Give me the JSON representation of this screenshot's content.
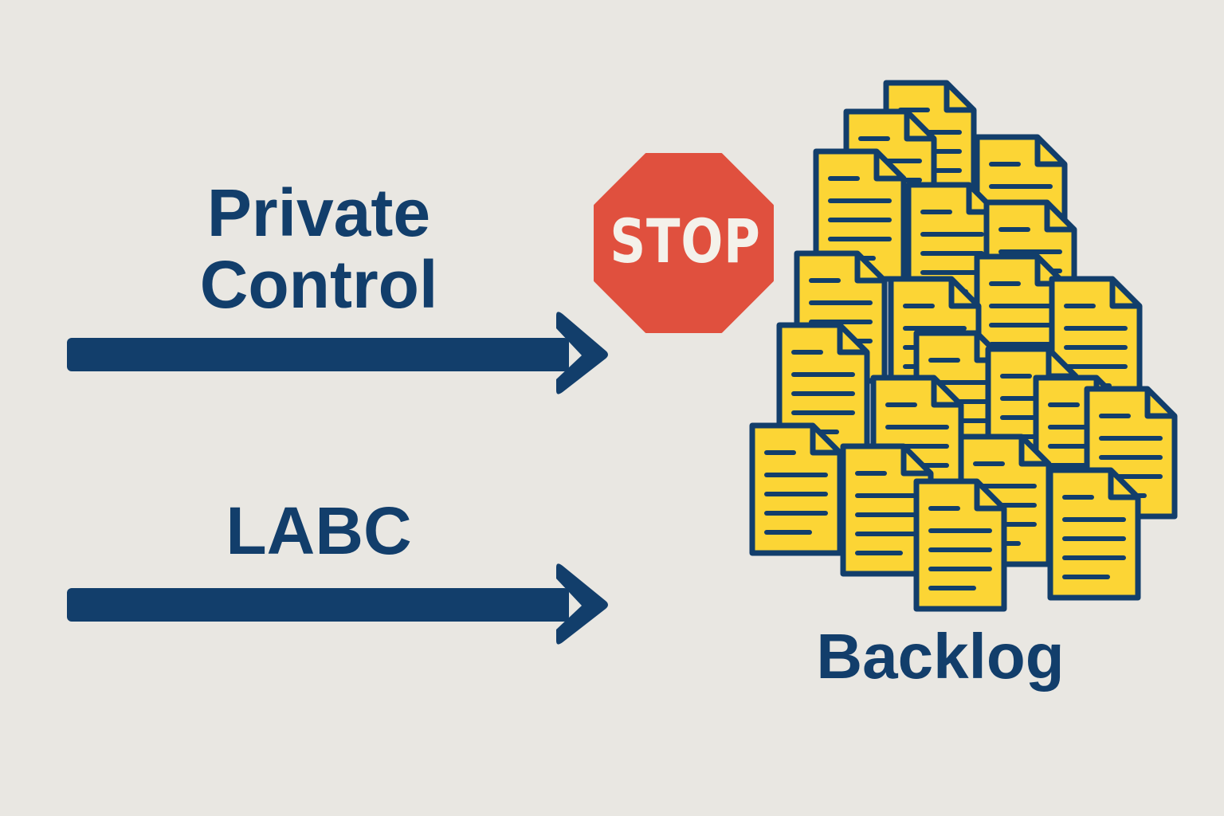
{
  "flows": [
    {
      "label_lines": [
        "Private",
        "Control"
      ]
    },
    {
      "label_lines": [
        "LABC"
      ]
    }
  ],
  "stop": {
    "text": "STOP"
  },
  "backlog": {
    "label": "Backlog"
  },
  "colors": {
    "background": "#e9e7e2",
    "navy": "#123e6b",
    "stop_red": "#e0503e",
    "doc_yellow": "#fcd535"
  },
  "icons": [
    "arrow-right-icon",
    "stop-sign-icon",
    "document-icon"
  ]
}
